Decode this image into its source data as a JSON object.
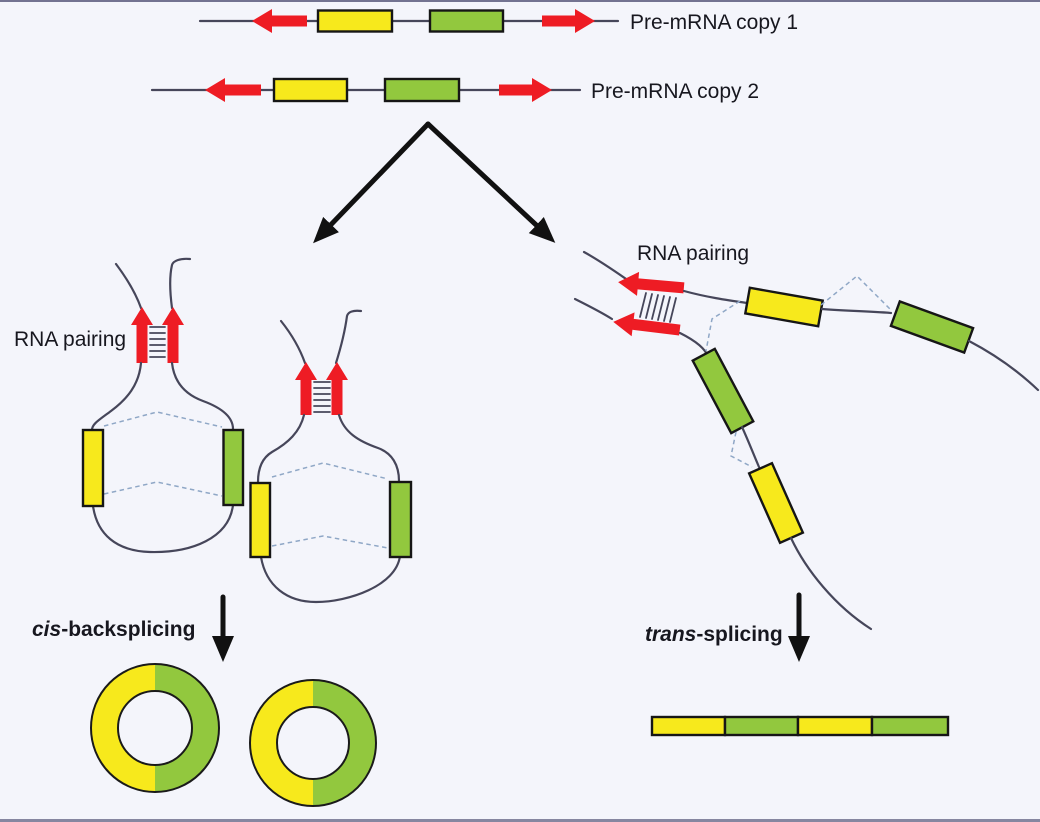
{
  "figure": {
    "top": {
      "strand1_label": "Pre-mRNA copy 1",
      "strand2_label": "Pre-mRNA copy 2",
      "strand_elements": [
        "red-repeat-arrow-left",
        "yellow-exon",
        "green-exon",
        "red-repeat-arrow-right"
      ]
    },
    "left_branch": {
      "rna_pairing_label": "RNA pairing",
      "process_italic": "cis",
      "process_rest": "-backsplicing",
      "products": [
        "circular-rna-ring-yellow-green",
        "circular-rna-ring-yellow-green"
      ]
    },
    "right_branch": {
      "rna_pairing_label": "RNA pairing",
      "process_italic": "trans",
      "process_rest": "-splicing",
      "product_segments": [
        "yellow-exon",
        "green-exon",
        "yellow-exon",
        "green-exon"
      ]
    },
    "colors": {
      "exon_yellow": "#f7e91c",
      "exon_green": "#92c83e",
      "repeat_red": "#ee1c24",
      "strand_line": "#46465a",
      "pairing_dash": "#8fa7c6",
      "black_arrow": "#111111",
      "text": "#17171f",
      "background": "#f4f5fb"
    }
  }
}
